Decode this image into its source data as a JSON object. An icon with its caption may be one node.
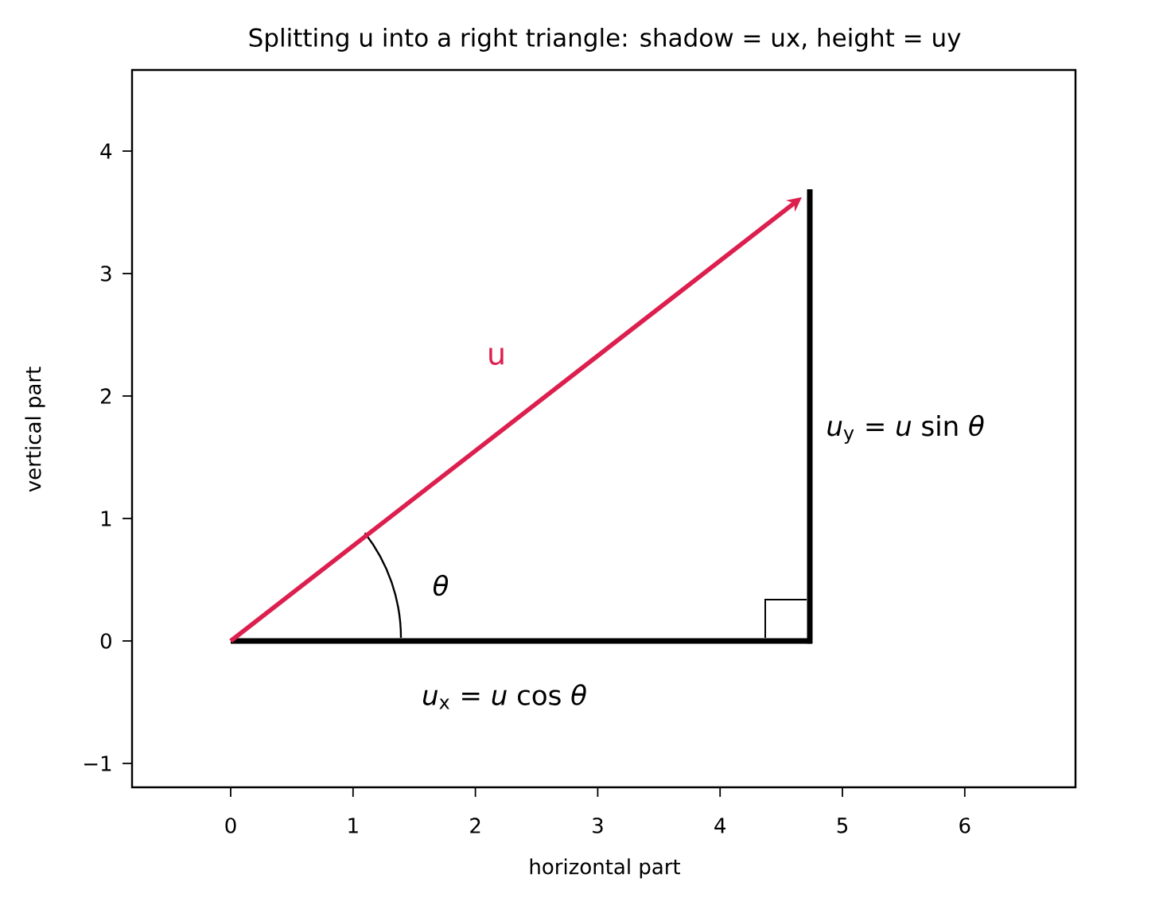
{
  "diagram": {
    "title": "Splitting u into a right triangle: shadow = ux, height = uy",
    "labels": [
      "u",
      "*θ*",
      "*u*$_{y}$ = *u* sin *θ*",
      "*u*$_{x}$ = *u* cos *θ*",
      "0",
      "1",
      "2",
      "3",
      "4",
      "5",
      "6",
      "−1",
      "0",
      "1",
      "2",
      "3",
      "4",
      "horizontal part",
      "vertical part"
    ]
  }
}
